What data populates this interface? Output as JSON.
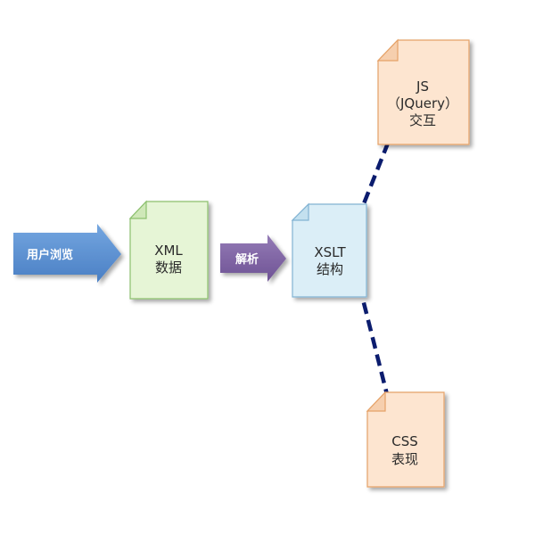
{
  "nodes": {
    "user": {
      "label": "用户浏览"
    },
    "xml": {
      "line1": "XML",
      "line2": "数据"
    },
    "parse": {
      "label": "解析"
    },
    "xslt": {
      "line1": "XSLT",
      "line2": "结构"
    },
    "js": {
      "line1": "JS",
      "line2": "（JQuery）",
      "line3": "交互"
    },
    "css": {
      "line1": "CSS",
      "line2": "表现"
    }
  },
  "colors": {
    "blue_arrow": "#5b8fd0",
    "purple_arrow": "#8063a2",
    "green_fill": "#e6f5d6",
    "green_stroke": "#8cc06e",
    "blue_fill": "#dbeef7",
    "blue_stroke": "#82b3d3",
    "orange_fill": "#fde5d0",
    "orange_stroke": "#e5a268",
    "connector": "#0b1c6e"
  }
}
